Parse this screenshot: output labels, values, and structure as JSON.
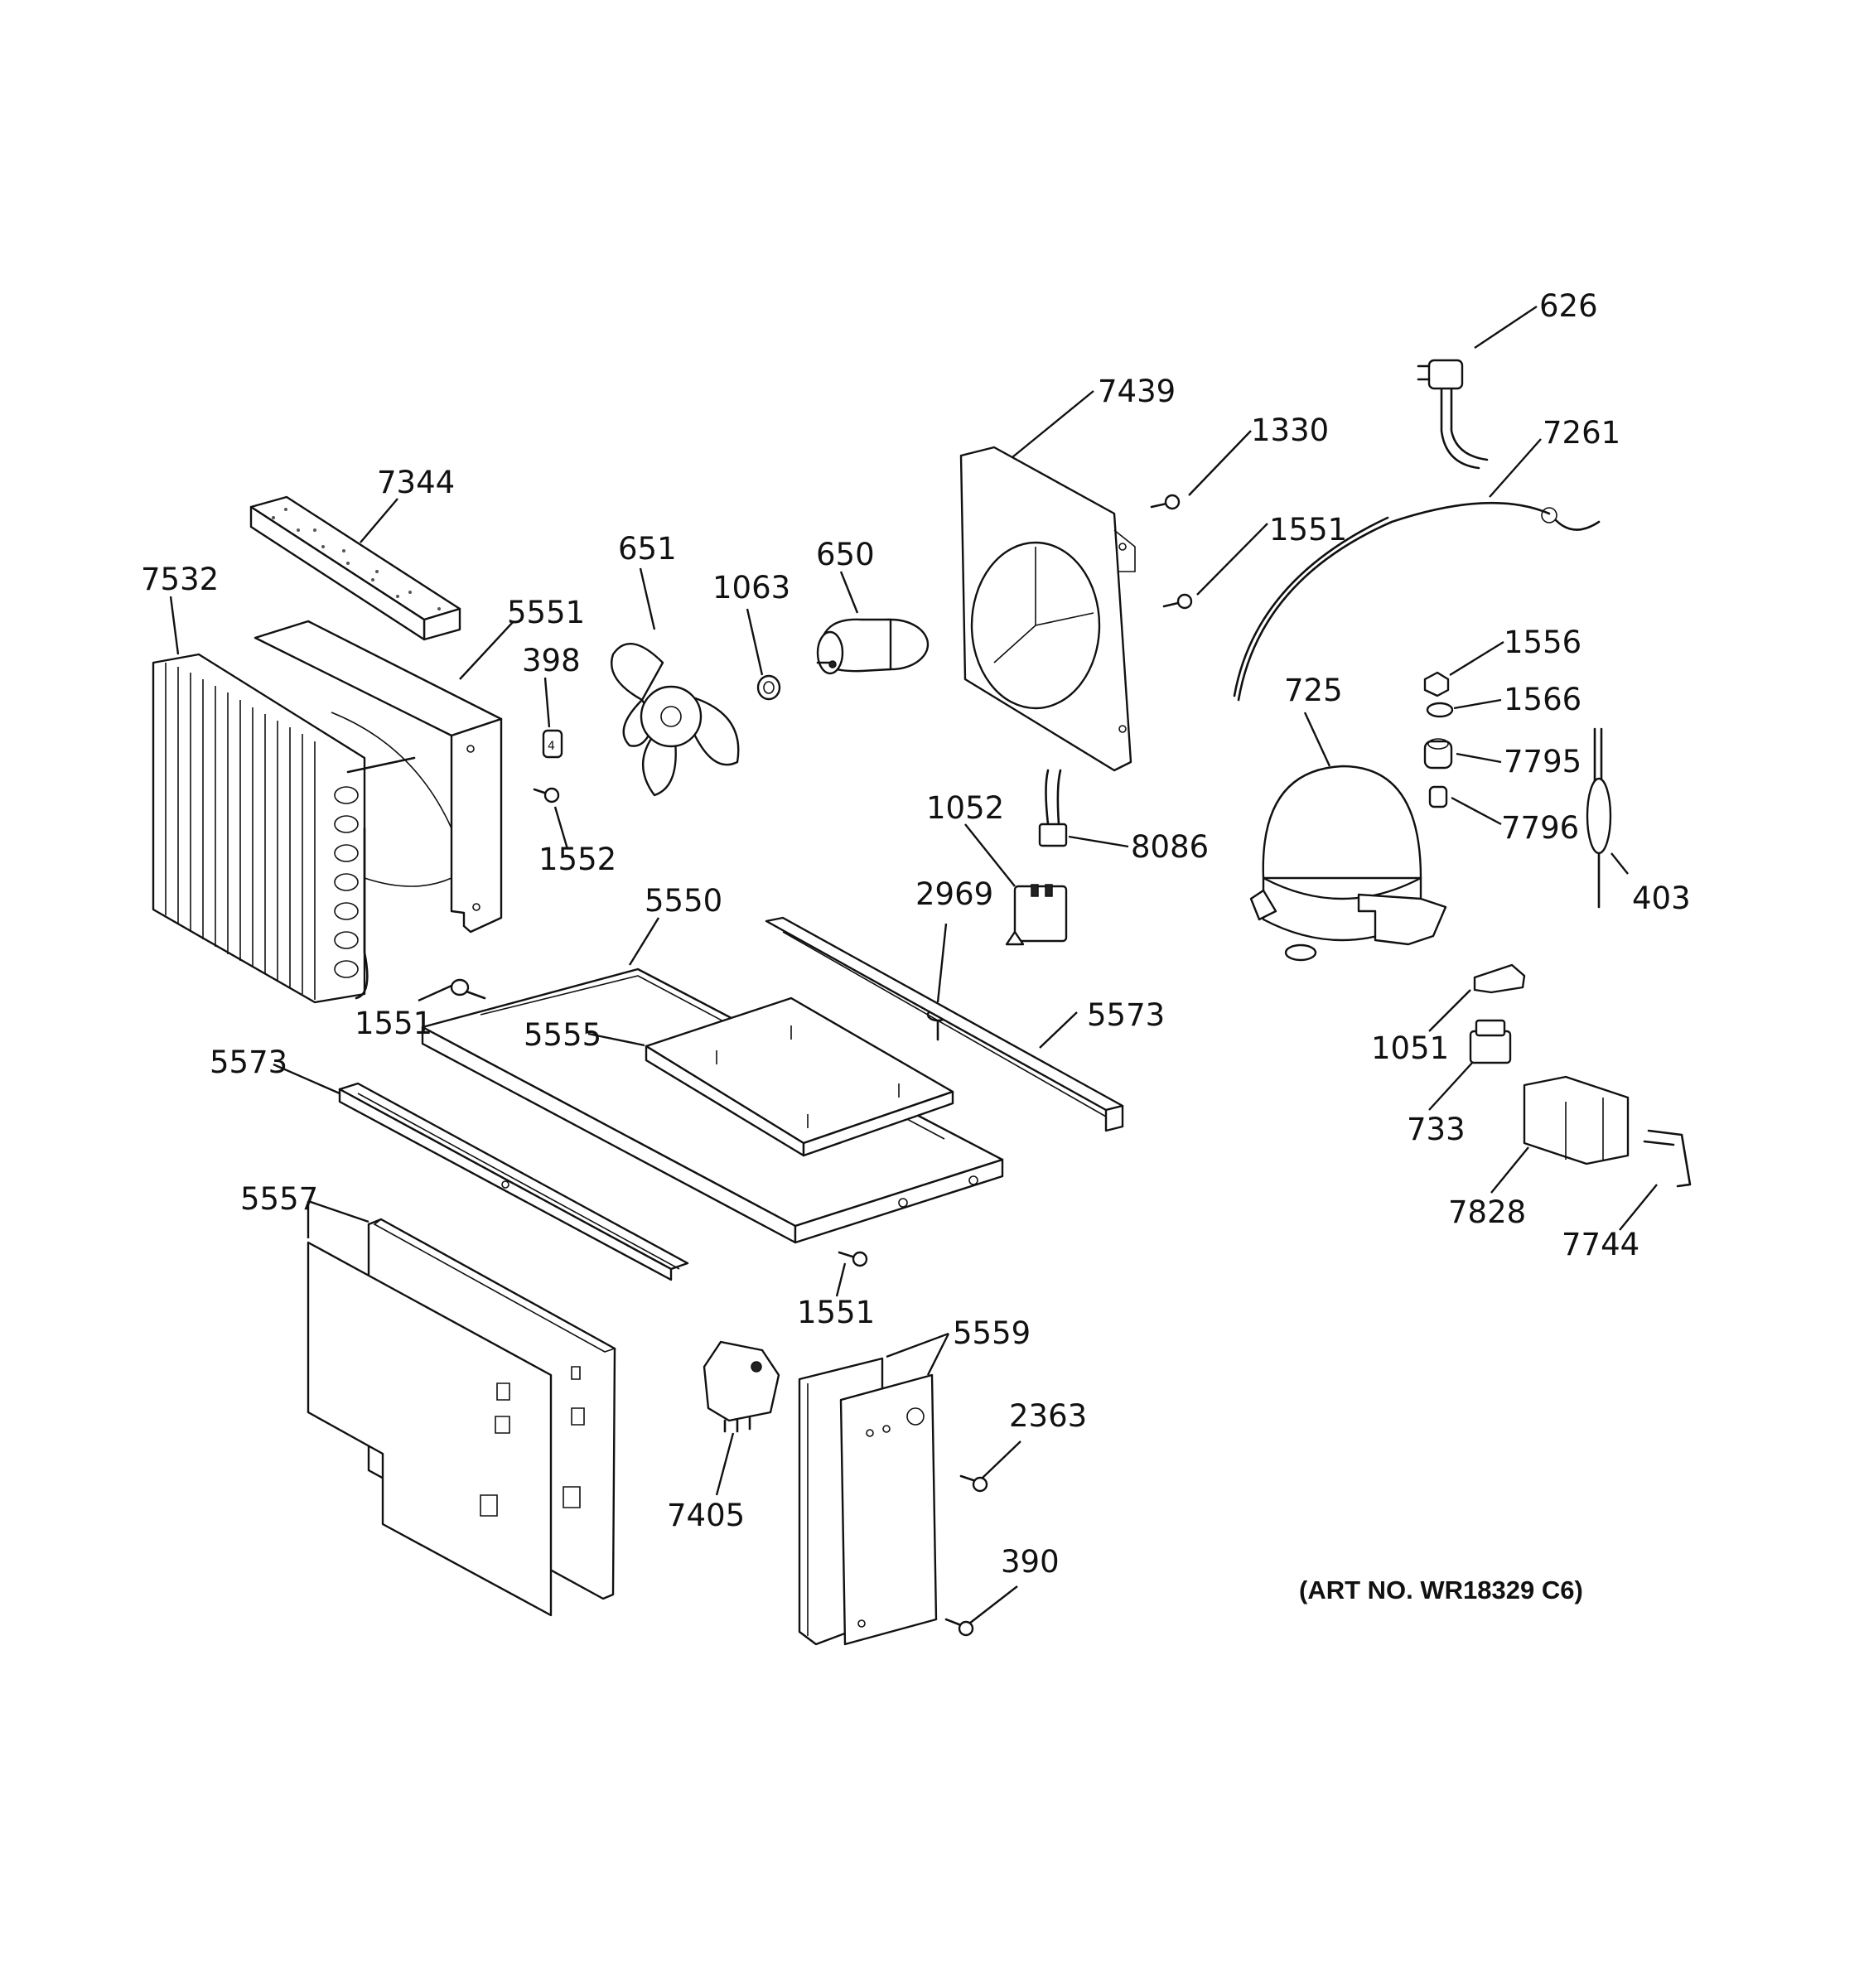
{
  "art_number": "(ART NO. WR18329 C6)",
  "parts": {
    "p626": "626",
    "p7439": "7439",
    "p1330": "1330",
    "p7261": "7261",
    "p7344": "7344",
    "p1551_top": "1551",
    "p651": "651",
    "p650": "650",
    "p7532": "7532",
    "p5551": "5551",
    "p1063": "1063",
    "p1556": "1556",
    "p398": "398",
    "p725": "725",
    "p1566": "1566",
    "p7795": "7795",
    "p7796": "7796",
    "p1052": "1052",
    "p8086": "8086",
    "p1552": "1552",
    "p403": "403",
    "p5550": "5550",
    "p2969": "2969",
    "p5573_right": "5573",
    "p1551_left": "1551",
    "p5555": "5555",
    "p1051": "1051",
    "p5573_left": "5573",
    "p733": "733",
    "p5557": "5557",
    "p7828": "7828",
    "p7744": "7744",
    "p1551_bottom": "1551",
    "p5559": "5559",
    "p2363": "2363",
    "p7405": "7405",
    "p390": "390"
  }
}
